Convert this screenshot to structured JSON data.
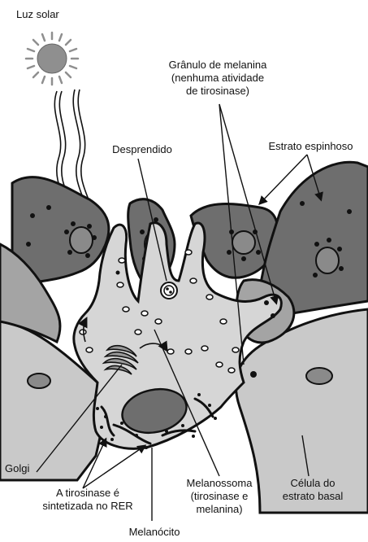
{
  "labels": {
    "sunlight": "Luz solar",
    "melanin_granule": "Grânulo de melanina\n(nenhuma atividade\nde tirosinase)",
    "detached": "Desprendido",
    "spinous_layer": "Estrato espinhoso",
    "golgi": "Golgi",
    "tyrosinase_rer": "A tirosinase é\nsintetizada no RER",
    "melanosome": "Melanossoma\n(tirosinase e\nmelanina)",
    "basal_cell": "Célula do\nestrato basal",
    "melanocyte": "Melanócito"
  },
  "colors": {
    "dark_cell": "#6e6e6e",
    "medium_cell": "#a4a4a4",
    "light_cell": "#c9c9c9",
    "melanocyte": "#d6d6d6",
    "outline": "#111111",
    "sun": "#9a9a9a"
  }
}
